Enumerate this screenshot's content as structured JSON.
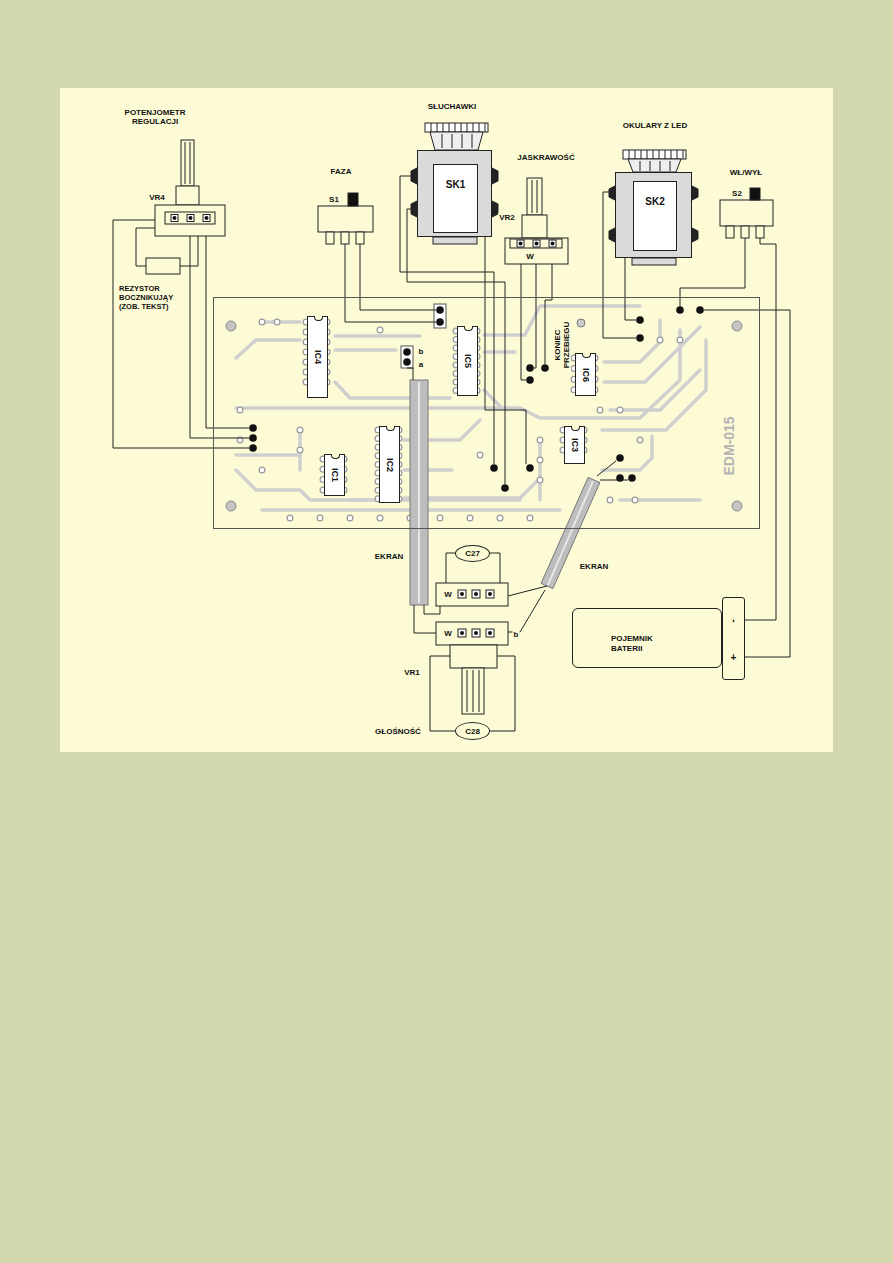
{
  "diagram": {
    "nodes": [
      {
        "text": [
          "SK1"
        ]
      },
      {
        "text": [
          "SK2"
        ]
      },
      {
        "text": [
          "EDM-015"
        ]
      },
      {
        "text": [
          "IC4"
        ],
        "in": 2
      },
      {
        "text": [
          "IC5"
        ],
        "in": 2
      },
      {
        "text": [
          "IC6"
        ],
        "in": 2
      },
      {
        "text": [
          "IC1"
        ],
        "in": 2
      },
      {
        "text": [
          "IC2"
        ],
        "in": 2
      },
      {
        "text": [
          "IC3"
        ],
        "in": 2
      },
      {
        "text": [
          "C27"
        ]
      },
      {
        "text": [
          "POJEMNIK BATERII",
          "-",
          "+"
        ]
      },
      {
        "text": [
          "C28"
        ]
      }
    ],
    "edges": [
      {
        "from": 0,
        "to": 2,
        "arrow": "none"
      },
      {
        "from": 1,
        "to": 2,
        "arrow": "none"
      },
      {
        "from": 10,
        "to": 2,
        "arrow": "none"
      }
    ],
    "labels": [
      "POTENJOMETR REGULACJI",
      "VR4",
      "SŁUCHAWKI",
      "FAZA",
      "S1",
      "JASKRAWOŚĆ",
      "VR2",
      "W",
      "OKULARY Z LED",
      "WŁ/WYŁ",
      "S2",
      "REZYSTOR BOCZNIKUJĄY (ZOB. TEKST)",
      "KONIEC PRZEBIEGU",
      "b",
      "a",
      "EKRAN",
      "EKRAN",
      "W",
      "W",
      "b",
      "VR1",
      "GŁOŚNOŚĆ"
    ]
  }
}
